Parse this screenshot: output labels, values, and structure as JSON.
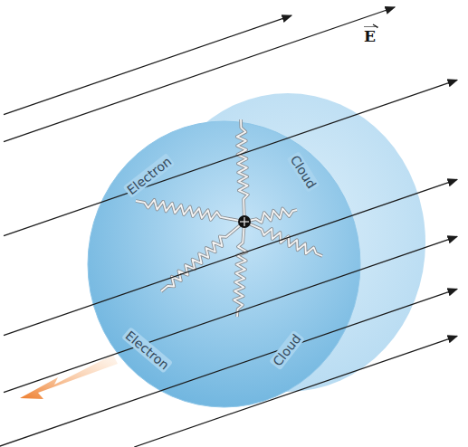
{
  "diagram": {
    "nodes": [
      {
        "text": [
          "Electron",
          "Cloud",
          "Electron",
          "Cloud"
        ]
      }
    ],
    "labels": [
      "E"
    ]
  }
}
